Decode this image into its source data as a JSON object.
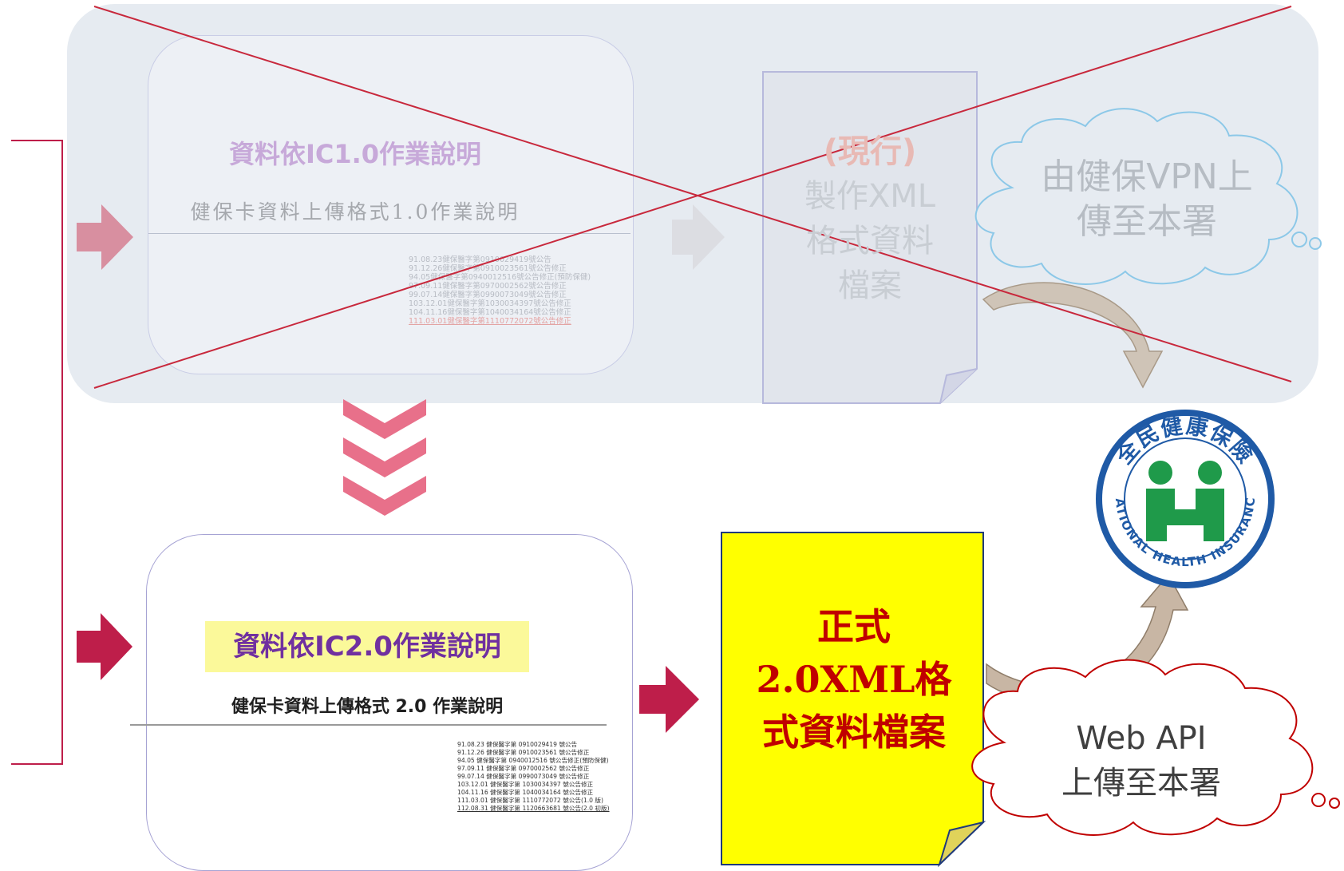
{
  "old_flow": {
    "doc_title": "資料依IC1.0作業說明",
    "doc_subtitle": "健保卡資料上傳格式1.0作業說明",
    "revisions": [
      "91.08.23健保醫字第0910029419號公告",
      "91.12.26健保醫字第0910023561號公告修正",
      "94.05健保醫字第0940012516號公告修正(預防保健)",
      "97.09.11健保醫字第0970002562號公告修正",
      "99.07.14健保醫字第0990073049號公告修正",
      "103.12.01健保醫字第1030034397號公告修正",
      "104.11.16健保醫字第1040034164號公告修正",
      "111.03.01健保醫字第1110772072號公告修正"
    ],
    "file_tag": "(現行)",
    "file_label_lines": [
      "製作XML",
      "格式資料",
      "檔案"
    ],
    "cloud_lines": [
      "由健保VPN上",
      "傳至本署"
    ]
  },
  "new_flow": {
    "doc_title": "資料依IC2.0作業說明",
    "doc_subtitle": "健保卡資料上傳格式 2.0 作業說明",
    "revisions": [
      "91.08.23 健保醫字第 0910029419 號公告",
      "91.12.26 健保醫字第 0910023561 號公告修正",
      "94.05 健保醫字第 0940012516 號公告修正(預防保健)",
      "97.09.11 健保醫字第 0970002562 號公告修正",
      "99.07.14 健保醫字第 0990073049 號公告修正",
      "103.12.01 健保醫字第 1030034397 號公告修正",
      "104.11.16 健保醫字第 1040034164 號公告修正",
      "111.03.01 健保醫字第 1110772072 號公告(1.0 版)",
      "112.08.31 健保醫字第 1120663681 號公告(2.0 初版)"
    ],
    "file_label_lines": [
      "正式",
      "2.0XML格",
      "式資料檔案"
    ],
    "cloud_lines": [
      "Web API",
      "上傳至本署"
    ]
  },
  "logo": {
    "arc_text_top": "全民健康保險",
    "arc_text_bottom": "NATIONAL HEALTH INSURANCE"
  },
  "colors": {
    "arrow_dark": "#be1e4a",
    "arrow_faded": "#dc9aac",
    "chevron": "#e8708a",
    "cross_line": "#c8283c",
    "new_file_fill": "#ffff00",
    "logo_blue": "#1f5aa6",
    "logo_green": "#1f9a4a"
  },
  "icons": [
    "arrow-right-icon",
    "chevron-down-icon",
    "cross-out-icon",
    "curved-arrow-icon",
    "cloud-icon",
    "nhi-logo-icon"
  ]
}
